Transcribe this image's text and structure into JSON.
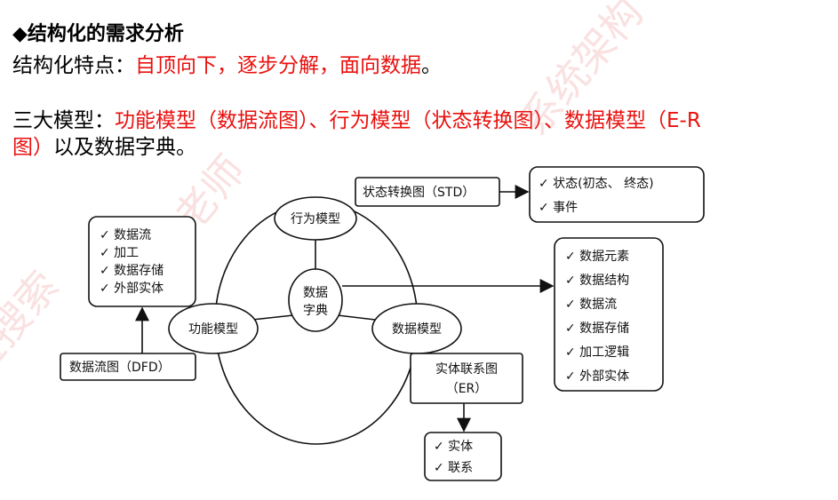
{
  "title": "◆结构化的需求分析",
  "features": {
    "label": "结构化特点：",
    "value": "自顶向下，逐步分解，面向数据",
    "end": "。"
  },
  "models": {
    "label": "三大模型：",
    "value_line1": "功能模型（数据流图）、行为模型（状态转换图）、数据模型（E-R",
    "value_line2": "图）",
    "end": "以及数据字典。"
  },
  "diagram": {
    "behavior_model": "行为模型",
    "function_model": "功能模型",
    "data_model": "数据模型",
    "data_dictionary": [
      "数据",
      "字典"
    ],
    "std_box": "状态转换图（STD）",
    "std_items": [
      "✓ 状态(初态、 终态)",
      "✓ 事件"
    ],
    "dfd_box": "数据流图（DFD）",
    "dfd_items": [
      "✓ 数据流",
      "✓ 加工",
      "✓ 数据存储",
      "✓ 外部实体"
    ],
    "dd_items": [
      "✓ 数据元素",
      "✓ 数据结构",
      "✓ 数据流",
      "✓ 数据存储",
      "✓ 加工逻辑",
      "✓ 外部实体"
    ],
    "er_box": [
      "实体联系图",
      "（ER）"
    ],
    "er_items": [
      "✓ 实体",
      "✓ 联系"
    ]
  },
  "watermark": "宝搜索 文老师系统架构",
  "colors": {
    "accent": "#e8110f"
  }
}
